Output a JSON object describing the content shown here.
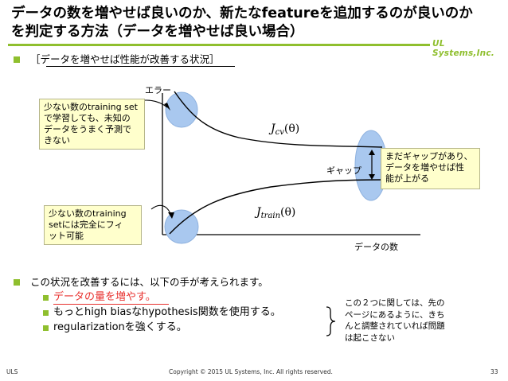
{
  "slide": {
    "title_line1": "データの数を増やせば良いのか、新たなfeatureを追加するのが良いのか",
    "title_line2": "を判定する方法（データを増やせば良い場合）",
    "logo": "UL Systems,Inc.",
    "accent_color": "#8fbf2e"
  },
  "bullet1": {
    "text": "［データを増やせば性能が改善する状況］"
  },
  "chart": {
    "ylabel": "エラー",
    "xlabel": "データの数",
    "gap_label": "ギャップ",
    "cv_label_main": "J",
    "cv_label_sub": "cv",
    "cv_label_arg": "(θ)",
    "train_label_main": "J",
    "train_label_sub": "train",
    "train_label_arg": "(θ)"
  },
  "callouts": {
    "top_left": [
      "少ない数のtraining set",
      "で学習しても、未知の",
      "データをうまく予測で",
      "きない"
    ],
    "bottom_left": [
      "少ない数のtraining",
      "setには完全にフィ",
      "ット可能"
    ],
    "right": [
      "まだギャップがあり、",
      "データを増やせば性",
      "能が上がる"
    ]
  },
  "bullet2": {
    "text": "この状況を改善するには、以下の手が考えられます。",
    "items": [
      {
        "text": "データの量を増やす。",
        "color": "#e8322f"
      },
      {
        "text": "もっとhigh biasなhypothesis関数を使用する。",
        "color": "#000000"
      },
      {
        "text": "regularizationを強くする。",
        "color": "#000000"
      }
    ]
  },
  "note": [
    "この２つに関しては、先の",
    "ページにあるように、きち",
    "んと調整されていれば問題",
    "は起こさない"
  ],
  "footer": {
    "left": "ULS",
    "center": "Copyright © 2015 UL Systems, Inc.  All rights reserved.",
    "page": "33"
  }
}
